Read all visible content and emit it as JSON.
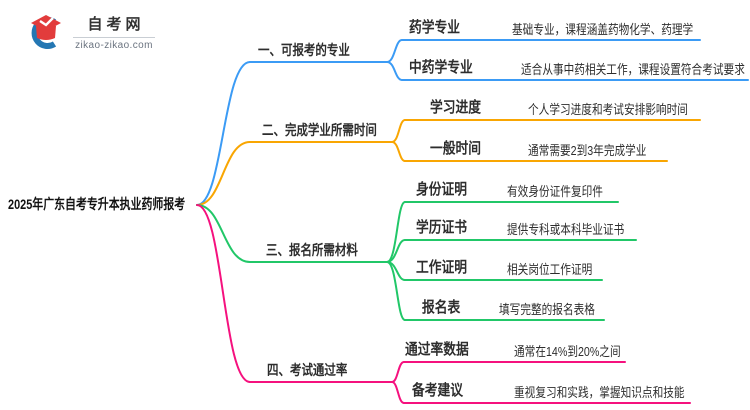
{
  "page": {
    "background": "#ffffff"
  },
  "logo": {
    "site_name": "自考网",
    "site_url": "zikao-zikao.com",
    "icon_colors": {
      "cap": "#E23C3C",
      "swoosh": "#2477B3",
      "check": "#ffffff"
    }
  },
  "mindmap": {
    "root_label": "2025年广东自考专升本执业药师报考",
    "branches": [
      {
        "label": "一、可报考的专业",
        "color": "#3B9BF5",
        "children": [
          {
            "label": "药学专业",
            "desc": "基础专业，课程涵盖药物化学、药理学"
          },
          {
            "label": "中药学专业",
            "desc": "适合从事中药相关工作，课程设置符合考试要求"
          }
        ]
      },
      {
        "label": "二、完成学业所需时间",
        "color": "#F9A602",
        "children": [
          {
            "label": "学习进度",
            "desc": "个人学习进度和考试安排影响时间"
          },
          {
            "label": "一般时间",
            "desc": "通常需要2到3年完成学业"
          }
        ]
      },
      {
        "label": "三、报名所需材料",
        "color": "#21C768",
        "children": [
          {
            "label": "身份证明",
            "desc": "有效身份证件复印件"
          },
          {
            "label": "学历证书",
            "desc": "提供专科或本科毕业证书"
          },
          {
            "label": "工作证明",
            "desc": "相关岗位工作证明"
          },
          {
            "label": "报名表",
            "desc": "填写完整的报名表格"
          }
        ]
      },
      {
        "label": "四、考试通过率",
        "color": "#F5117E",
        "children": [
          {
            "label": "通过率数据",
            "desc": "通常在14%到20%之间"
          },
          {
            "label": "备考建议",
            "desc": "重视复习和实践，掌握知识点和技能"
          }
        ]
      }
    ]
  }
}
